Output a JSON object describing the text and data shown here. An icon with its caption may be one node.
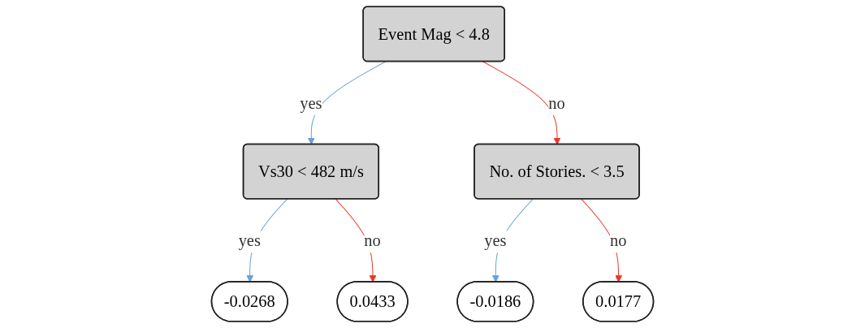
{
  "diagram": {
    "nodes": [
      {
        "text": [
          "Event Mag < 4.8"
        ]
      },
      {
        "text": [
          "Vs30 < 482 m/s"
        ]
      },
      {
        "text": [
          "No. of Stories. < 3.5"
        ]
      },
      {
        "text": [
          "-0.0268"
        ]
      },
      {
        "text": [
          "0.0433"
        ]
      },
      {
        "text": [
          "-0.0186"
        ]
      },
      {
        "text": [
          "0.0177"
        ]
      }
    ],
    "edges": [
      {
        "from": 0,
        "to": 1,
        "arrow": "to",
        "label": "yes",
        "color": "#6a9fd8"
      },
      {
        "from": 0,
        "to": 2,
        "arrow": "to",
        "label": "no",
        "color": "#e8382a"
      },
      {
        "from": 1,
        "to": 3,
        "arrow": "to",
        "label": "yes",
        "color": "#6a9fd8"
      },
      {
        "from": 1,
        "to": 4,
        "arrow": "to",
        "label": "no",
        "color": "#e8382a"
      },
      {
        "from": 2,
        "to": 5,
        "arrow": "to",
        "label": "yes",
        "color": "#6a9fd8"
      },
      {
        "from": 2,
        "to": 6,
        "arrow": "to",
        "label": "no",
        "color": "#e8382a"
      }
    ]
  }
}
